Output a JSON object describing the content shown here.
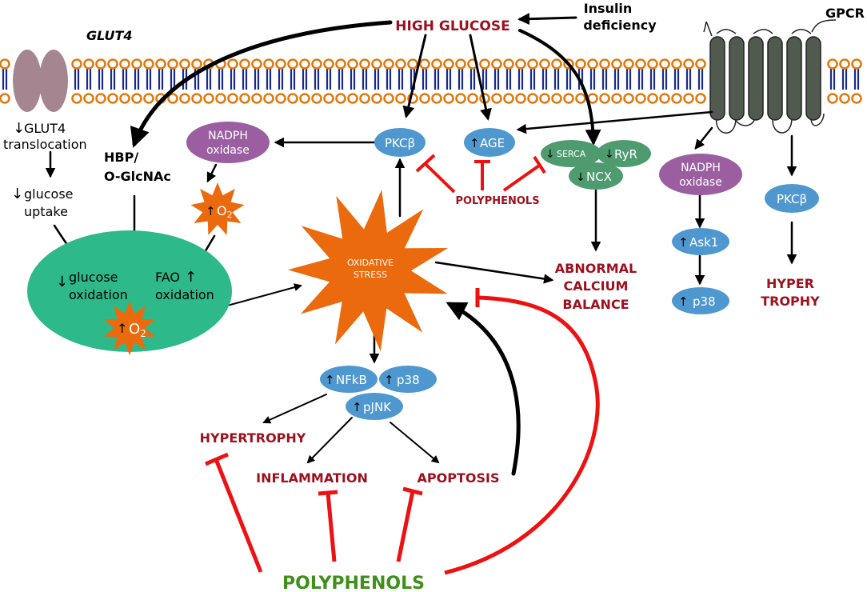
{
  "colors": {
    "membrane_head": "#e07a10",
    "membrane_tail": "#1a2a8a",
    "red_text": "#9b111e",
    "green_text": "#3f8f1a",
    "inhibit": "#ee1111",
    "blue_node": "#4f98cf",
    "purple_node": "#9b5fa1",
    "green_node": "#4e9b6f",
    "cell_ellipse": "#2db98a",
    "star_orange": "#ec6a0e",
    "glut4": "#a58690",
    "gpcr": "#505a4e"
  },
  "top": {
    "high_glucose": "HIGH GLUCOSE",
    "insulin_1": "Insulin",
    "insulin_2": "deficiency",
    "glut4": "GLUT4",
    "gpcr": "GPCR"
  },
  "left": {
    "glut4_trans_1": "GLUT4",
    "glut4_trans_2": "translocation",
    "glucose_uptake_1": "glucose",
    "glucose_uptake_2": "uptake",
    "hbp_1": "HBP/",
    "hbp_2": "O-GlcNAc"
  },
  "cell": {
    "glucose_ox_1": "glucose",
    "glucose_ox_2": "oxidation",
    "fao_1": "FAO",
    "fao_2": "oxidation",
    "o2": "O",
    "o2_sub": "2"
  },
  "nodes": {
    "nadph_1": "NADPH",
    "nadph_2": "oxidase",
    "o2": "O",
    "o2_sub": "2",
    "pkcb": "PKCβ",
    "age": "AGE",
    "serca": "SERCA",
    "ryr": "RyR",
    "ncx": "NCX",
    "oxidative_1": "OXIDATIVE",
    "oxidative_2": "STRESS",
    "polyphenols_mid": "POLYPHENOLS",
    "nfkb": "NFkB",
    "p38": "p38",
    "pjnk": "pJNK"
  },
  "right": {
    "nadph_1": "NADPH",
    "nadph_2": "oxidase",
    "pkcb": "PKCβ",
    "ask1": "Ask1",
    "p38": "p38",
    "hyper_1": "HYPER",
    "hyper_2": "TROPHY"
  },
  "outcomes": {
    "calcium_1": "ABNORMAL",
    "calcium_2": "CALCIUM",
    "calcium_3": "BALANCE",
    "hypertrophy": "HYPERTROPHY",
    "inflammation": "INFLAMMATION",
    "apoptosis": "APOPTOSIS",
    "polyphenols": "POLYPHENOLS"
  }
}
